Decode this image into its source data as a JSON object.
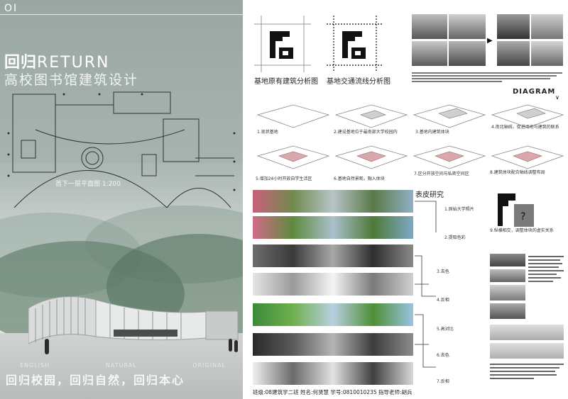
{
  "left": {
    "sheet_no": "OI",
    "title_cn": "回归",
    "title_en": "RETURN",
    "subtitle": "高校图书馆建筑设计",
    "plan_caption": "首下一层平面图 1:200",
    "bottom_en": [
      "ENGLISH",
      "NATURAL",
      "ORIGINAL"
    ],
    "bottom_cn": "回归校园，回归自然，回归本心"
  },
  "site": {
    "label1": "基地原有建筑分析图",
    "label2": "基地交通流线分析图"
  },
  "diagram": {
    "heading": "DIAGRAM",
    "captions": [
      "1.现状基地",
      "2.建设基地位于最南部大学校园内",
      "3.基地内建筑体块",
      "4.南北轴线，促进场地与建筑的联系",
      "5.增加24小时开放自学生活区",
      "6.基地自然景观，融入体块",
      "7.区分开放空间与私密空间区",
      "8.建筑体块配合轴线调整布局",
      "9.纵横相交，调整体块的虚实关系"
    ]
  },
  "surface": {
    "heading": "表皮研究",
    "notes": [
      "1.原始大学照片",
      "2.提取色彩",
      "3.去色",
      "4.反相",
      "5.高对比",
      "6.去色",
      "7.反相"
    ]
  },
  "footer": "班级:08建筑学二班 姓名:何贤慧 学号:0810010235 指导老师:胡兵"
}
